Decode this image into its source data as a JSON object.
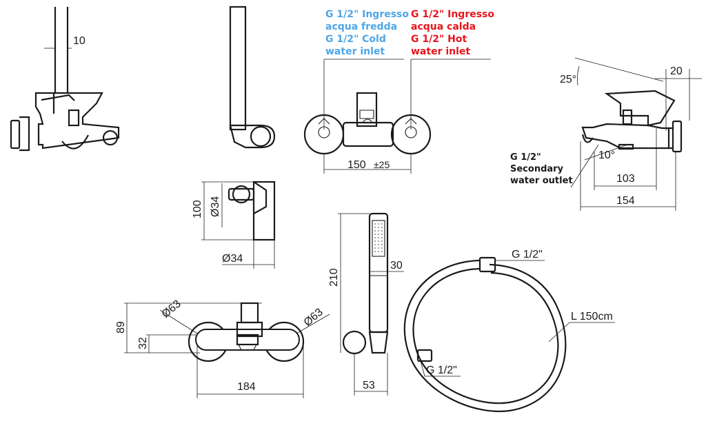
{
  "colors": {
    "line": "#1a1a1a",
    "cold": "#4da6e8",
    "hot": "#e8141c"
  },
  "labels": {
    "cold_it_1": "G 1/2\" Ingresso",
    "cold_it_2": "acqua fredda",
    "cold_en_1": "G 1/2\" Cold",
    "cold_en_2": "water inlet",
    "hot_it_1": "G 1/2\" Ingresso",
    "hot_it_2": "acqua calda",
    "hot_en_1": "G 1/2\" Hot",
    "hot_en_2": "water inlet",
    "secondary_1": "G 1/2\"",
    "secondary_2": "Secondary",
    "secondary_3": "water outlet",
    "hose_top": "G 1/2\"",
    "hose_bottom": "G 1/2\"",
    "hose_length": "L 150cm"
  },
  "dimensions": {
    "d10": "10",
    "d150": "150",
    "d150_tol": "±25",
    "d25deg": "25°",
    "d20": "20",
    "d10deg": "10°",
    "d103": "103",
    "d154": "154",
    "d100": "100",
    "d34a": "34",
    "d34b": "34",
    "d210": "210",
    "d30": "30",
    "d89": "89",
    "d32": "32",
    "d63a": "63",
    "d63b": "63",
    "d184": "184",
    "d53": "53",
    "diameter_symbol": "Ø"
  }
}
